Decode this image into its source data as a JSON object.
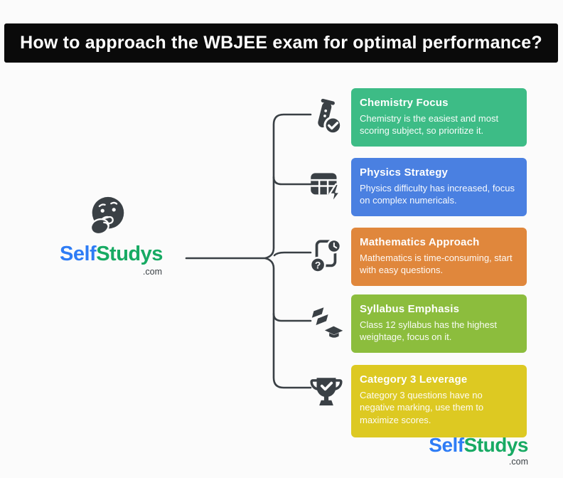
{
  "colors": {
    "background": "#fbfbfb",
    "banner_bg": "#0a0a0a",
    "banner_text": "#ffffff",
    "line": "#3a4045",
    "icon": "#3a4045",
    "brand_blue": "#2e7cf5",
    "brand_green": "#17aa63",
    "brand_dark": "#3a4045"
  },
  "banner": {
    "title": "How to approach the WBJEE exam for optimal performance?"
  },
  "mascot": {
    "icon": "thinking-face-emoji"
  },
  "brand": {
    "first": "Self",
    "second": "Studys",
    "suffix": ".com"
  },
  "footer_brand": {
    "first": "Self",
    "second": "Studys",
    "suffix": ".com"
  },
  "cards": [
    {
      "icon": "test-tube-check-icon",
      "color": "#3dbc86",
      "title": "Chemistry Focus",
      "description": "Chemistry is the easiest and most scoring subject, so prioritize it."
    },
    {
      "icon": "table-lightning-icon",
      "color": "#4a80e1",
      "title": "Physics Strategy",
      "description": "Physics difficulty has increased, focus on complex numericals."
    },
    {
      "icon": "document-clock-question-icon",
      "color": "#e0873c",
      "title": "Mathematics Approach",
      "description": "Mathematics is time-consuming, start with easy questions."
    },
    {
      "icon": "graduation-caps-icon",
      "color": "#8cbd3d",
      "title": "Syllabus Emphasis",
      "description": "Class 12 syllabus has the highest weightage, focus on it."
    },
    {
      "icon": "trophy-check-icon",
      "color": "#ddc922",
      "title": "Category 3 Leverage",
      "description": "Category 3 questions have no negative marking, use them to maximize scores."
    }
  ]
}
